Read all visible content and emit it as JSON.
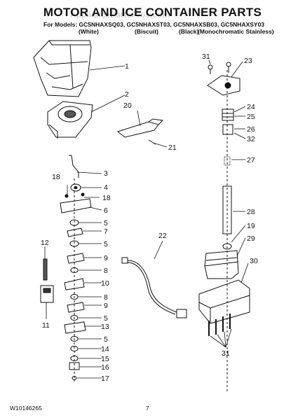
{
  "title": "MOTOR AND ICE CONTAINER PARTS",
  "watermark": "AppliancePartsPros.com",
  "models_line": "For Models: GC5NHAXSQ03, GC5NHAXST03, GC5NHAXSB03, GC5NHAXSY03",
  "variants": [
    "(White)",
    "(Biscuit)",
    "(Black)",
    "(Monochromatic Stainless)"
  ],
  "footer_code": "W10146265",
  "page_number": "7",
  "callouts": [
    "1",
    "2",
    "20",
    "21",
    "3",
    "18",
    "4",
    "18",
    "6",
    "5",
    "7",
    "5",
    "12",
    "9",
    "8",
    "10",
    "11",
    "8",
    "9",
    "5",
    "13",
    "5",
    "14",
    "15",
    "16",
    "17",
    "22",
    "31",
    "23",
    "24",
    "25",
    "26",
    "32",
    "27",
    "28",
    "19",
    "29",
    "30",
    "31"
  ]
}
